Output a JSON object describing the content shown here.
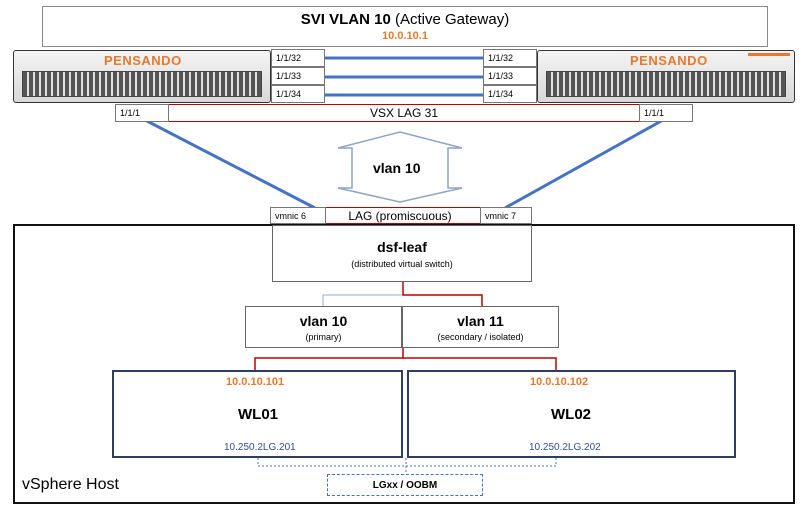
{
  "gateway": {
    "title_bold": "SVI VLAN 10",
    "title_rest": " (Active Gateway)",
    "ip": "10.0.10.1"
  },
  "switches": {
    "left_brand": "PENSANDO",
    "right_brand": "PENSANDO"
  },
  "isl_ports": {
    "left": [
      "1/1/32",
      "1/1/33",
      "1/1/34"
    ],
    "right": [
      "1/1/32",
      "1/1/33",
      "1/1/34"
    ]
  },
  "vsx": {
    "label": "VSX LAG 31",
    "left_port": "1/1/1",
    "right_port": "1/1/1"
  },
  "vlan_arrow": {
    "label": "vlan 10"
  },
  "lag": {
    "label": "LAG (promiscuous)",
    "left_nic": "vmnic 6",
    "right_nic": "vmnic 7"
  },
  "dvs": {
    "name": "dsf-leaf",
    "subtitle": "(distributed virtual switch)"
  },
  "vlans": [
    {
      "name": "vlan 10",
      "subtitle": "(primary)"
    },
    {
      "name": "vlan 11",
      "subtitle": "(secondary / isolated)"
    }
  ],
  "workloads": [
    {
      "ip": "10.0.10.101",
      "name": "WL01",
      "mgmt": "10.250.2LG.201"
    },
    {
      "ip": "10.0.10.102",
      "name": "WL02",
      "mgmt": "10.250.2LG.202"
    }
  ],
  "oobm": {
    "label": "LGxx / OOBM"
  },
  "host": {
    "label": "vSphere Host"
  },
  "colors": {
    "accent": "#e8782e",
    "link_blue": "#4472c4",
    "link_red": "#c00000",
    "border_dark": "#2c3e66"
  }
}
